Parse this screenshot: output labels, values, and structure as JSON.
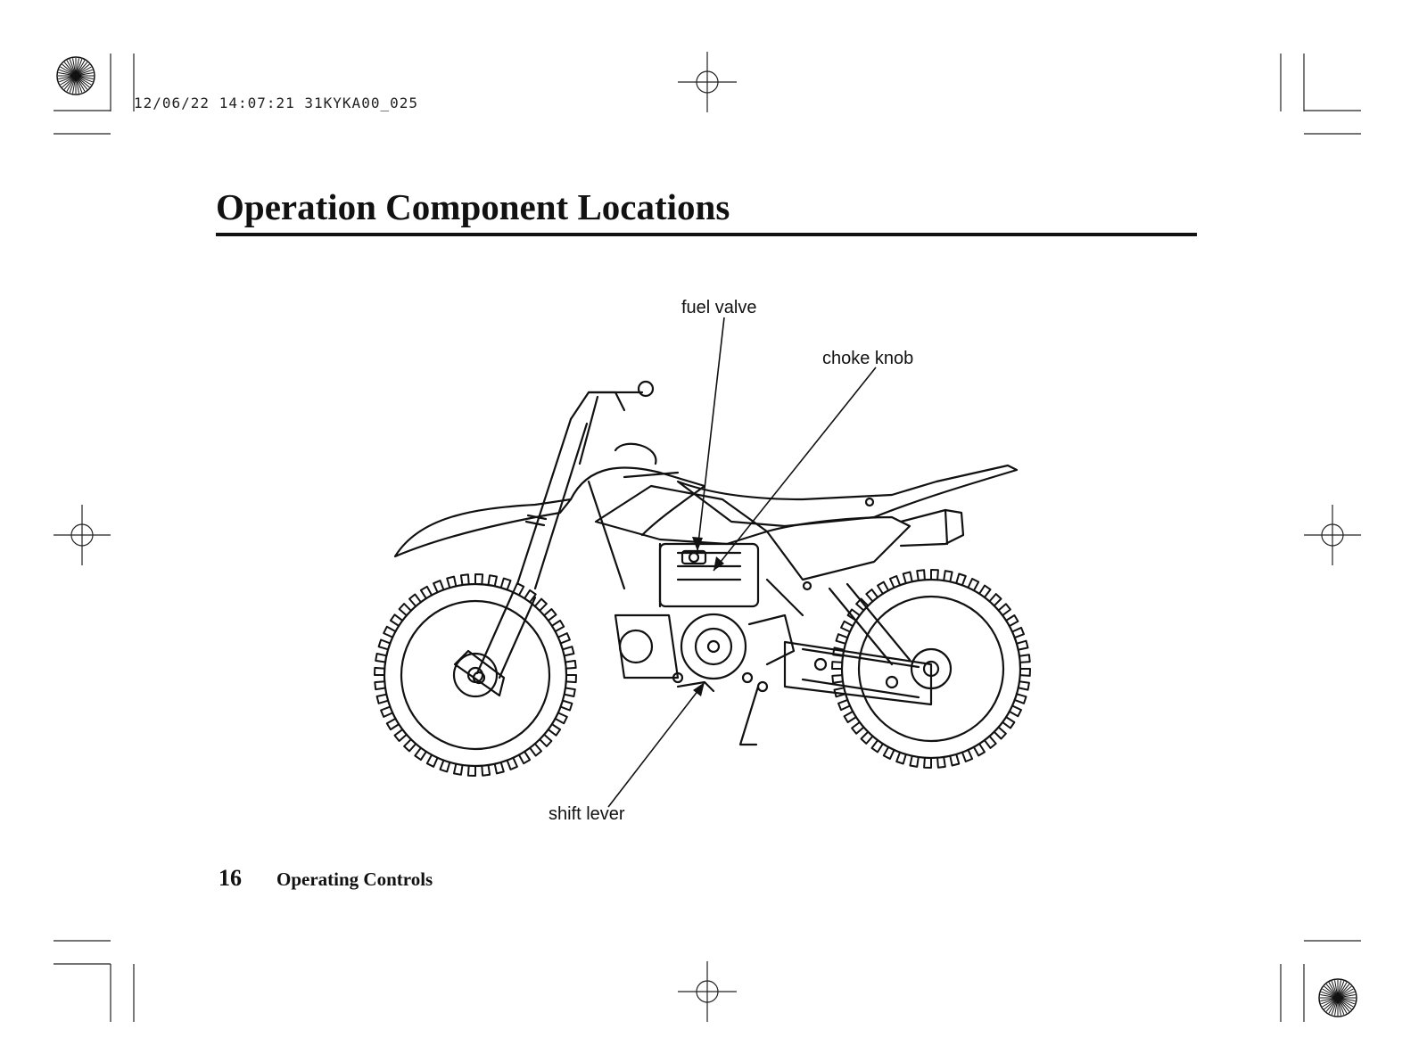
{
  "print_stamp": "12/06/22 14:07:21 31KYKA00_025",
  "title": "Operation Component Locations",
  "callouts": {
    "fuel_valve": "fuel valve",
    "choke_knob": "choke knob",
    "shift_lever": "shift lever"
  },
  "footer": {
    "page_number": "16",
    "section": "Operating Controls"
  },
  "colors": {
    "ink": "#111111",
    "paper": "#ffffff"
  },
  "illustration": {
    "subject_icon": "dirt-bike-icon"
  }
}
